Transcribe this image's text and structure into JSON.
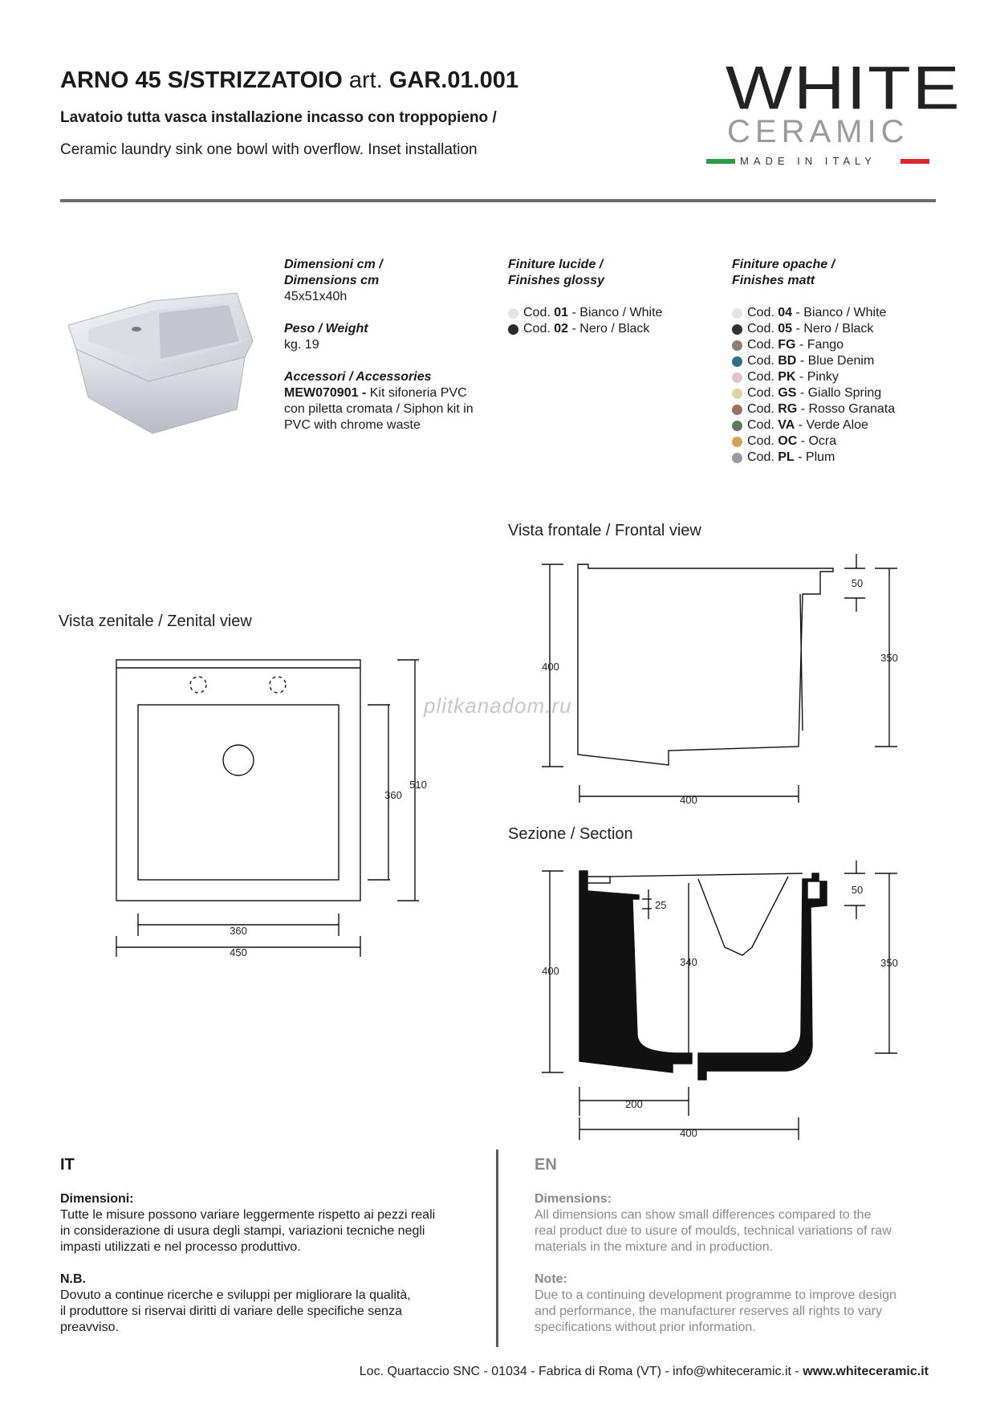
{
  "header": {
    "title_product": "ARNO 45 S/STRIZZATOIO",
    "title_art": "art.",
    "title_code": "GAR.01.001",
    "subtitle_it": "Lavatoio tutta vasca installazione incasso con troppopieno /",
    "subtitle_en": "Ceramic laundry sink one bowl with overflow. Inset installation"
  },
  "logo": {
    "line1": "WHITE",
    "line2": "CERAMIC",
    "tagline": "MADE IN ITALY"
  },
  "specs": {
    "dimensions_label_it": "Dimensioni cm /",
    "dimensions_label_en": "Dimensions cm",
    "dimensions_value": "45x51x40h",
    "weight_label": "Peso / Weight",
    "weight_value": "kg. 19",
    "accessories_label": "Accessori / Accessories",
    "accessory_code": "MEW070901 -",
    "accessory_text_1": " Kit sifoneria PVC",
    "accessory_text_2": "con piletta cromata / Siphon kit in",
    "accessory_text_3": "PVC with chrome waste"
  },
  "glossy": {
    "label_it": "Finiture lucide /",
    "label_en": "Finishes glossy",
    "items": [
      {
        "prefix": "Cod.",
        "code": "01",
        "name": "- Bianco / White",
        "color": "#e4e4e4"
      },
      {
        "prefix": "Cod.",
        "code": "02",
        "name": "- Nero / Black",
        "color": "#2b2b2b"
      }
    ]
  },
  "matt": {
    "label_it": "Finiture opache /",
    "label_en": "Finishes matt",
    "items": [
      {
        "prefix": "Cod.",
        "code": "04",
        "name": "- Bianco / White",
        "color": "#e4e4e4"
      },
      {
        "prefix": "Cod.",
        "code": "05",
        "name": "- Nero / Black",
        "color": "#333333"
      },
      {
        "prefix": "Cod.",
        "code": "FG",
        "name": "- Fango",
        "color": "#8c7f76"
      },
      {
        "prefix": "Cod.",
        "code": "BD",
        "name": "- Blue Denim",
        "color": "#2d6f86"
      },
      {
        "prefix": "Cod.",
        "code": "PK",
        "name": "- Pinky",
        "color": "#e2c2cc"
      },
      {
        "prefix": "Cod.",
        "code": "GS",
        "name": "- Giallo Spring",
        "color": "#dcd69a"
      },
      {
        "prefix": "Cod.",
        "code": "RG",
        "name": "- Rosso Granata",
        "color": "#9a7066"
      },
      {
        "prefix": "Cod.",
        "code": "VA",
        "name": "- Verde Aloe",
        "color": "#5a7a5c"
      },
      {
        "prefix": "Cod.",
        "code": "OC",
        "name": "- Ocra",
        "color": "#d6a25a"
      },
      {
        "prefix": "Cod.",
        "code": "PL",
        "name": "- Plum",
        "color": "#9a9aa6"
      }
    ]
  },
  "views": {
    "zenital": "Vista zenitale / Zenital view",
    "frontal": "Vista frontale / Frontal view",
    "section": "Sezione / Section",
    "watermark": "plitkanadom.ru"
  },
  "dims": {
    "zen_360_v": "360",
    "zen_510": "510",
    "zen_360_h": "360",
    "zen_450": "450",
    "front_50": "50",
    "front_400_v": "400",
    "front_350": "350",
    "front_400_h": "400",
    "sec_50": "50",
    "sec_25": "25",
    "sec_400_v": "400",
    "sec_340": "340",
    "sec_350": "350",
    "sec_200": "200",
    "sec_400_h": "400"
  },
  "notes": {
    "it_heading": "IT",
    "it_dim_label": "Dimensioni:",
    "it_dim_1": "Tutte le misure possono variare leggermente rispetto ai pezzi reali",
    "it_dim_2": "in considerazione di usura degli stampi, variazioni tecniche negli",
    "it_dim_3": "impasti utilizzati e nel processo produttivo.",
    "it_nb_label": "N.B.",
    "it_nb_1": "Dovuto a continue ricerche e sviluppi per migliorare la qualità,",
    "it_nb_2": "il produttore si riservai diritti di variare delle specifiche senza",
    "it_nb_3": "preavviso.",
    "en_heading": "EN",
    "en_dim_label": "Dimensions:",
    "en_dim_1": "All dimensions can show small differences compared to the",
    "en_dim_2": "real product due to usure of moulds, technical variations of raw",
    "en_dim_3": "materials in the mixture and in production.",
    "en_note_label": "Note:",
    "en_note_1": "Due to a continuing development programme to improve design",
    "en_note_2": "and performance, the manufacturer reserves all rights to vary",
    "en_note_3": "specifications without prior information."
  },
  "footer": {
    "address": "Loc. Quartaccio SNC - 01034 - Fabrica di Roma (VT) - info@whiteceramic.it - ",
    "website": "www.whiteceramic.it"
  }
}
